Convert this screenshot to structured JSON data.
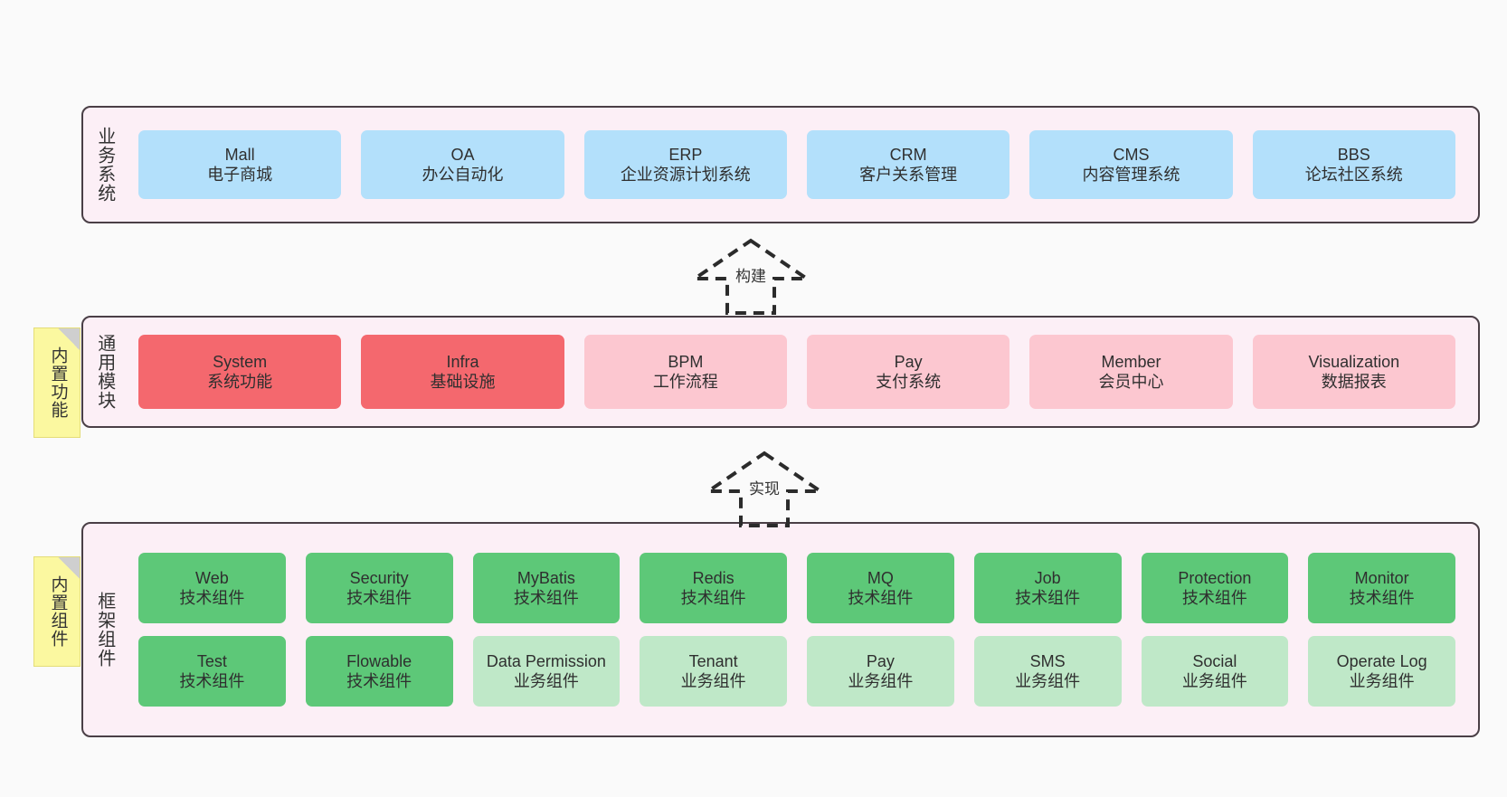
{
  "diagram": {
    "title_layers": {
      "business": "业务系统",
      "modules": "通用模块",
      "framework": "框架组件"
    },
    "notes": {
      "modules_note": "内置功能",
      "framework_note": "内置组件"
    },
    "connectors": {
      "build": "构建",
      "implement": "实现"
    },
    "colors": {
      "canvas_bg": "#fafafa",
      "layer_bg": "#fceff6",
      "layer_border": "#4a3f46",
      "business_card": "#b3e0fb",
      "module_card": "#fcc7d0",
      "module_card_strong": "#f4686e",
      "framework_tech": "#5dc878",
      "framework_biz": "#bfe8c8",
      "note_bg": "#fbf8a0",
      "note_fold": "#cfcfcf"
    }
  },
  "business_systems": [
    {
      "name": "Mall",
      "desc": "电子商城"
    },
    {
      "name": "OA",
      "desc": "办公自动化"
    },
    {
      "name": "ERP",
      "desc": "企业资源计划系统"
    },
    {
      "name": "CRM",
      "desc": "客户关系管理"
    },
    {
      "name": "CMS",
      "desc": "内容管理系统"
    },
    {
      "name": "BBS",
      "desc": "论坛社区系统"
    }
  ],
  "common_modules": [
    {
      "name": "System",
      "desc": "系统功能",
      "emphasis": true
    },
    {
      "name": "Infra",
      "desc": "基础设施",
      "emphasis": true
    },
    {
      "name": "BPM",
      "desc": "工作流程",
      "emphasis": false
    },
    {
      "name": "Pay",
      "desc": "支付系统",
      "emphasis": false
    },
    {
      "name": "Member",
      "desc": "会员中心",
      "emphasis": false
    },
    {
      "name": "Visualization",
      "desc": "数据报表",
      "emphasis": false
    }
  ],
  "framework_components_row1": [
    {
      "name": "Web",
      "desc": "技术组件",
      "kind": "tech"
    },
    {
      "name": "Security",
      "desc": "技术组件",
      "kind": "tech"
    },
    {
      "name": "MyBatis",
      "desc": "技术组件",
      "kind": "tech"
    },
    {
      "name": "Redis",
      "desc": "技术组件",
      "kind": "tech"
    },
    {
      "name": "MQ",
      "desc": "技术组件",
      "kind": "tech"
    },
    {
      "name": "Job",
      "desc": "技术组件",
      "kind": "tech"
    },
    {
      "name": "Protection",
      "desc": "技术组件",
      "kind": "tech"
    },
    {
      "name": "Monitor",
      "desc": "技术组件",
      "kind": "tech"
    }
  ],
  "framework_components_row2": [
    {
      "name": "Test",
      "desc": "技术组件",
      "kind": "tech"
    },
    {
      "name": "Flowable",
      "desc": "技术组件",
      "kind": "tech"
    },
    {
      "name": "Data Permission",
      "desc": "业务组件",
      "kind": "business"
    },
    {
      "name": "Tenant",
      "desc": "业务组件",
      "kind": "business"
    },
    {
      "name": "Pay",
      "desc": "业务组件",
      "kind": "business"
    },
    {
      "name": "SMS",
      "desc": "业务组件",
      "kind": "business"
    },
    {
      "name": "Social",
      "desc": "业务组件",
      "kind": "business"
    },
    {
      "name": "Operate Log",
      "desc": "业务组件",
      "kind": "business"
    }
  ]
}
